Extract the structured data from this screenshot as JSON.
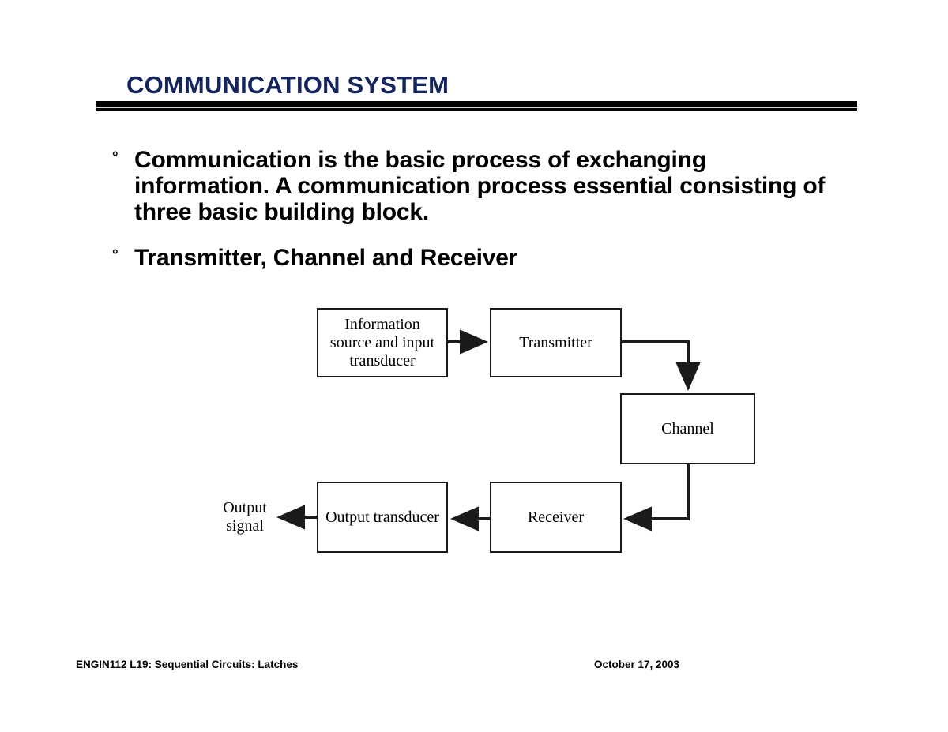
{
  "slide": {
    "title": "COMMUNICATION SYSTEM",
    "title_color": "#14245C",
    "background_color": "#FFFFFF",
    "bullets": [
      {
        "marker": "°",
        "text": "Communication is the basic process of exchanging information. A communication process essential consisting of three basic building block."
      },
      {
        "marker": "°",
        "text": "Transmitter, Channel and Receiver"
      }
    ],
    "footer": {
      "left": "ENGIN112  L19: Sequential Circuits: Latches",
      "right": "October 17, 2003"
    }
  },
  "diagram": {
    "type": "block-diagram",
    "blocks": [
      {
        "id": "source",
        "label": "Information source and input transducer"
      },
      {
        "id": "transmitter",
        "label": "Transmitter"
      },
      {
        "id": "channel",
        "label": "Channel"
      },
      {
        "id": "receiver",
        "label": "Receiver"
      },
      {
        "id": "outtrans",
        "label": "Output transducer"
      }
    ],
    "labels": [
      {
        "id": "output-signal",
        "label": "Output signal"
      }
    ],
    "connections": [
      {
        "from": "source",
        "to": "transmitter",
        "direction": "right"
      },
      {
        "from": "transmitter",
        "to": "channel",
        "direction": "right-then-down"
      },
      {
        "from": "channel",
        "to": "receiver",
        "direction": "down-then-left"
      },
      {
        "from": "receiver",
        "to": "outtrans",
        "direction": "left"
      },
      {
        "from": "outtrans",
        "to": "output-signal",
        "direction": "left"
      }
    ],
    "line_color": "#1B1B1B"
  }
}
